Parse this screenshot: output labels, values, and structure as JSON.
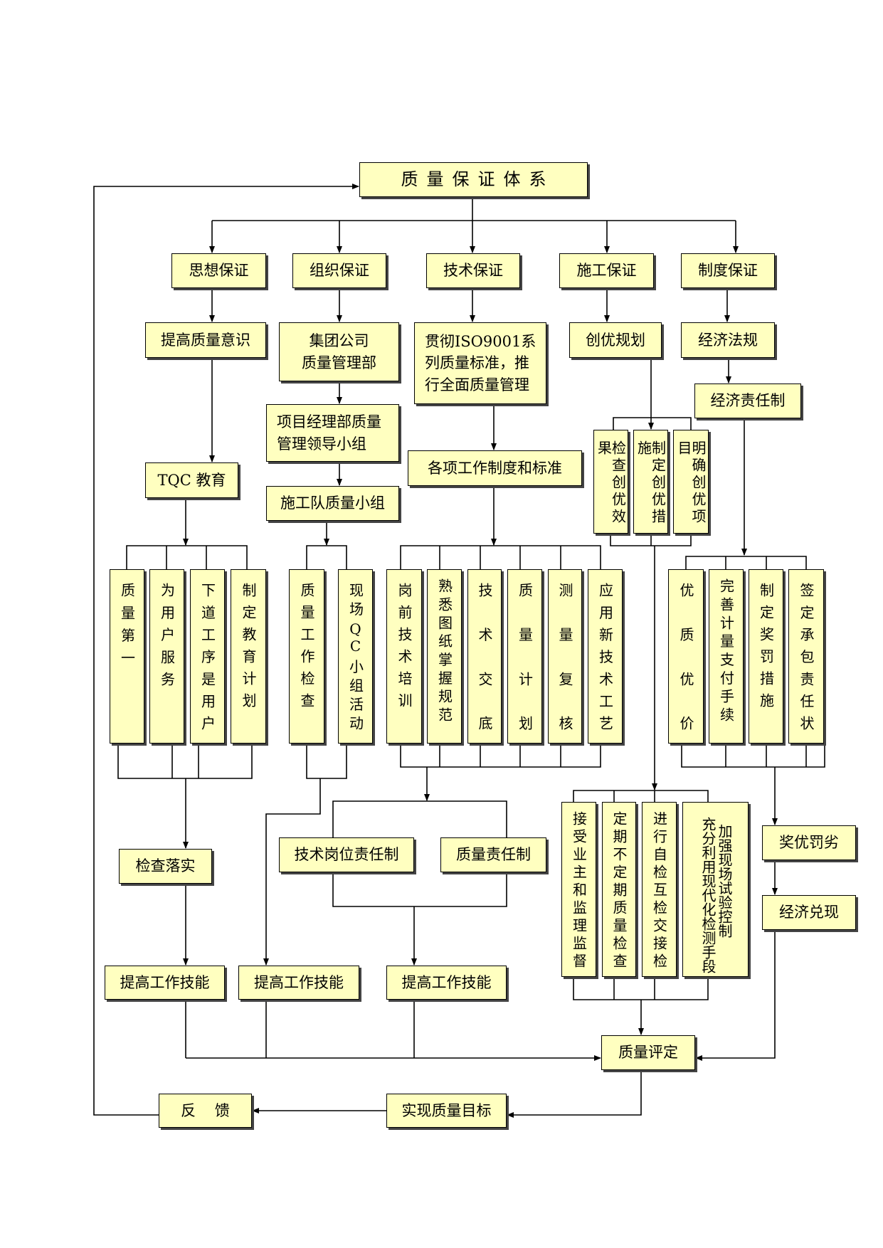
{
  "title": "质量保证体系",
  "pillars": {
    "thought": "思想保证",
    "organization": "组织保证",
    "technology": "技术保证",
    "construction": "施工保证",
    "system": "制度保证"
  },
  "level2": {
    "raise_awareness": "提高质量意识",
    "group_dept": "集团公司\n质量管理部",
    "iso": "贯彻ISO9001系\n列质量标准，推\n行全面质量管理",
    "excellence_plan": "创优规划",
    "economic_law": "经济法规"
  },
  "project_group": "项目经理部质量\n管理领导小组",
  "team_group": "施工队质量小组",
  "standards": "各项工作制度和标准",
  "economic_resp": "经济责任制",
  "tqc": "TQC 教育",
  "excellence_items": [
    "检查创优效果",
    "制定创优措施",
    "明确创优项目"
  ],
  "thought_items": [
    "质量第一",
    "为用户服务",
    "下道工序是用户",
    "制定教育计划"
  ],
  "org_items": [
    "质量工作检查",
    "现场QC小组活动"
  ],
  "tech_items": [
    "岗前技术培训",
    "熟悉图纸掌握规范",
    "技术交底",
    "质量计划",
    "测量复核",
    "应用新技术工艺"
  ],
  "system_items": [
    "优质优价",
    "完善计量支付手续",
    "制定奖罚措施",
    "签定承包责任状"
  ],
  "tech_post_resp": "技术岗位责任制",
  "quality_resp": "质量责任制",
  "check_impl": "检查落实",
  "construction_items": [
    "接受业主和监理监督",
    "定期不定期质量检查",
    "进行自检互检交接检"
  ],
  "testing": {
    "col1": "加强现场试验控制",
    "col2": "充分利用现代化检测手段"
  },
  "reward_punish": "奖优罚劣",
  "economic_cash": "经济兑现",
  "skills": [
    "提高工作技能",
    "提高工作技能",
    "提高工作技能"
  ],
  "quality_eval": "质量评定",
  "feedback": "反    馈",
  "goal": "实现质量目标"
}
